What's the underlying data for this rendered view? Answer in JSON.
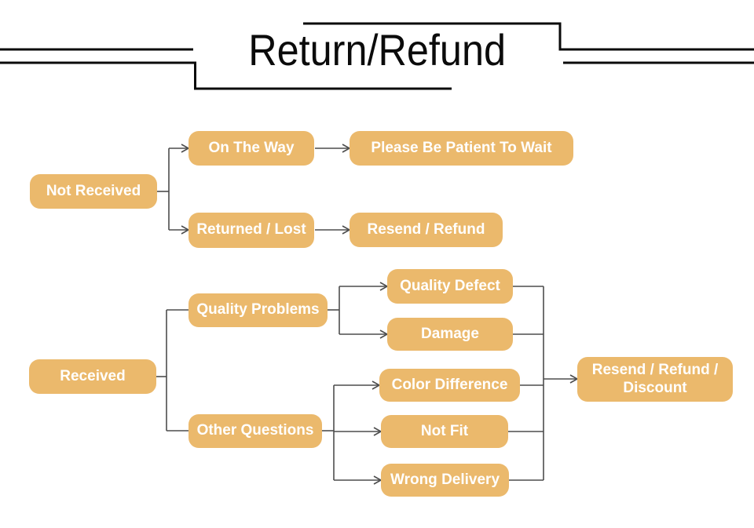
{
  "title": "Return/Refund",
  "colors": {
    "node_fill": "#EBB96C",
    "node_text": "#FFFFFF",
    "connector": "#4D4D4D",
    "decoration": "#0A0A0A"
  },
  "nodes": {
    "not_received": "Not Received",
    "on_the_way": "On The Way",
    "please_wait": "Please Be Patient To Wait",
    "returned_lost": "Returned / Lost",
    "resend_refund": "Resend / Refund",
    "received": "Received",
    "quality_problems": "Quality Problems",
    "other_questions": "Other Questions",
    "quality_defect": "Quality Defect",
    "damage": "Damage",
    "color_difference": "Color Difference",
    "not_fit": "Not Fit",
    "wrong_delivery": "Wrong Delivery",
    "resend_refund_discount": "Resend / Refund / Discount"
  }
}
